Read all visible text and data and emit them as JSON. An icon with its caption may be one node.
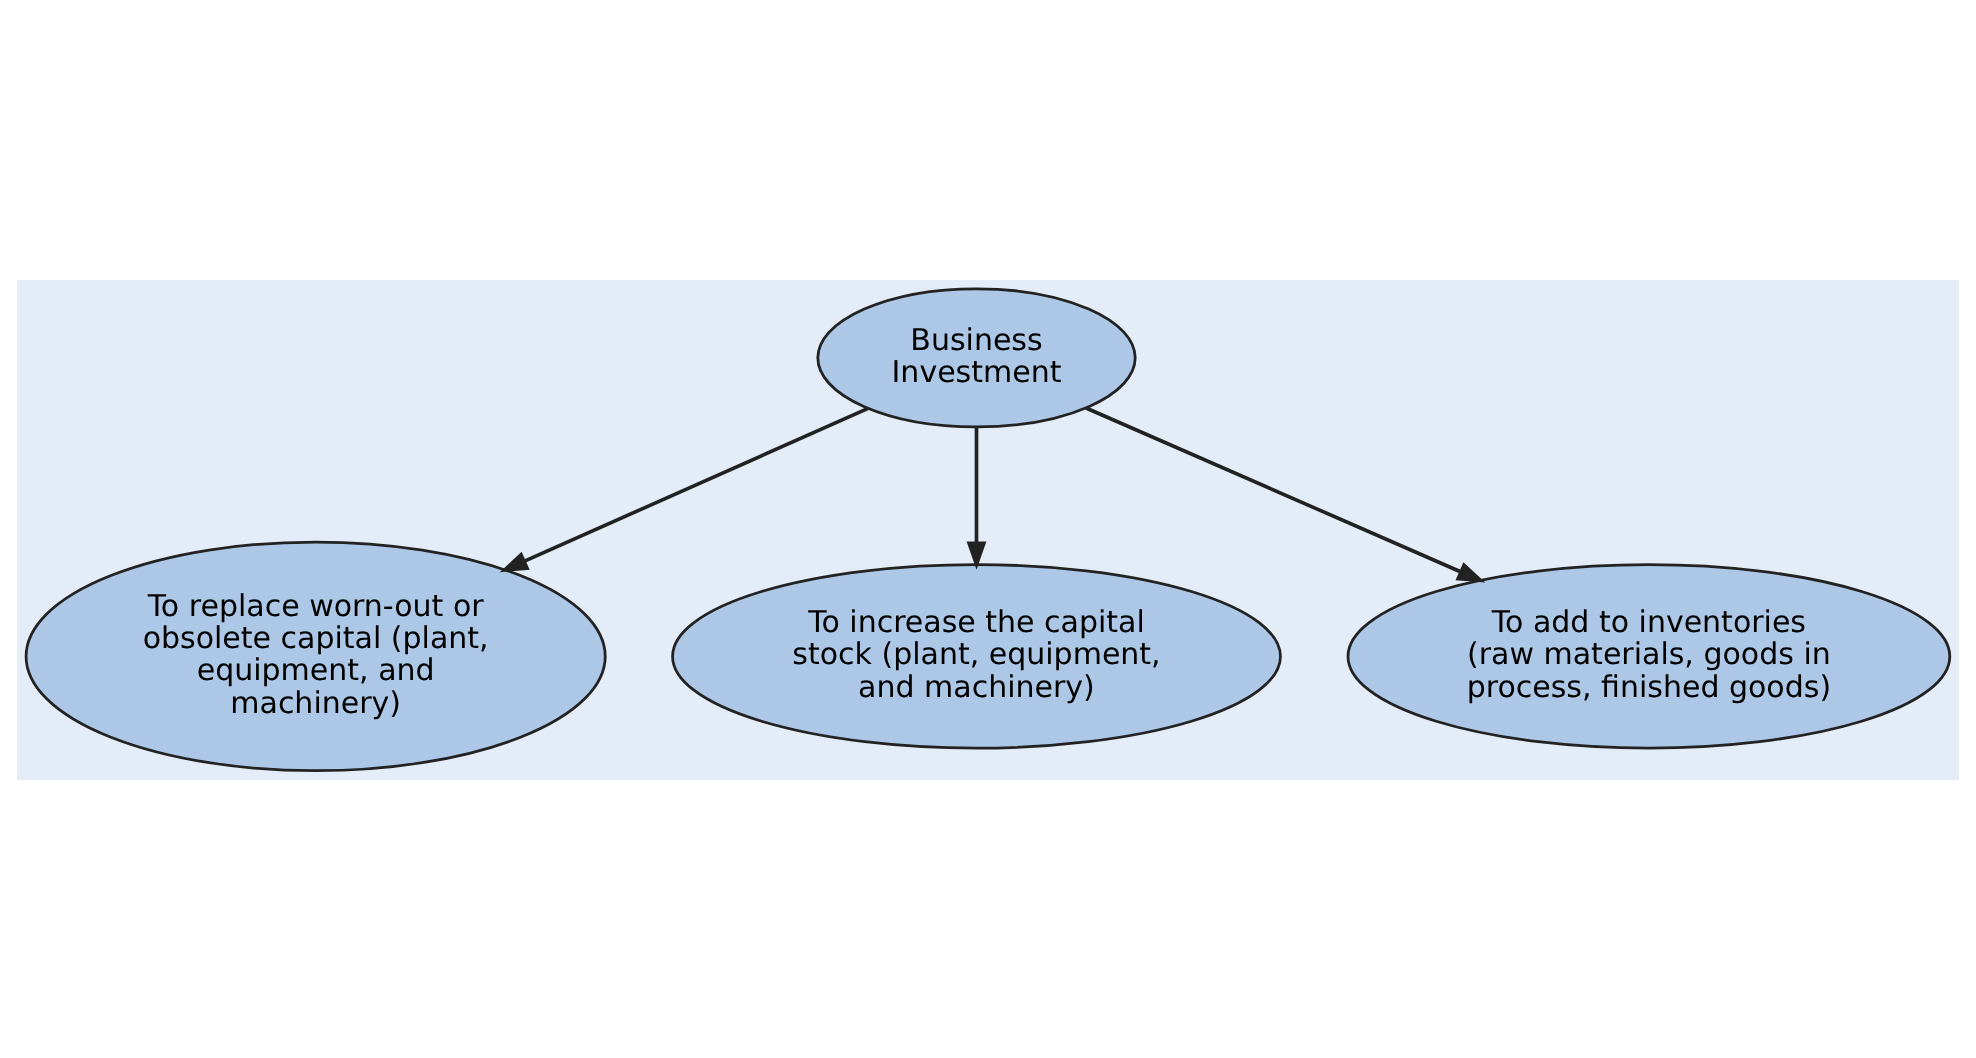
{
  "diagram": {
    "nodes": [
      {
        "text": [
          "Business Investment"
        ]
      },
      {
        "text": [
          "To replace worn-out or obsolete capital (plant, equipment, and machinery)"
        ]
      },
      {
        "text": [
          "To increase the capital stock (plant, equipment, and machinery)"
        ]
      },
      {
        "text": [
          "To add to inventories (raw materials, goods in process, finished goods)"
        ]
      }
    ],
    "edges": [
      {
        "from": 0,
        "to": 1,
        "arrow": "to"
      },
      {
        "from": 0,
        "to": 2,
        "arrow": "to"
      },
      {
        "from": 0,
        "to": 3,
        "arrow": "to"
      }
    ]
  }
}
